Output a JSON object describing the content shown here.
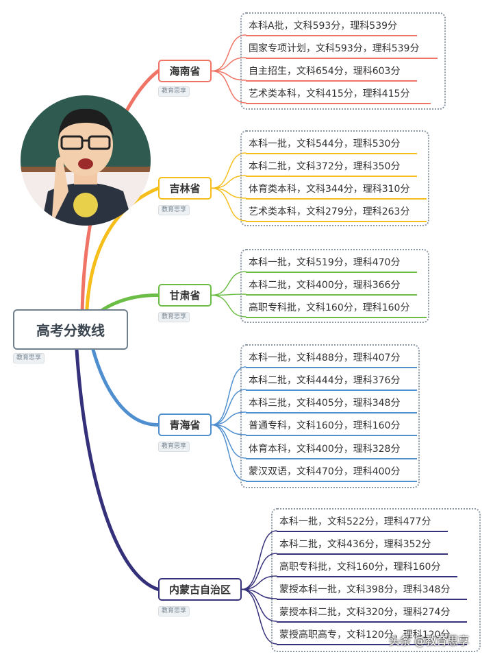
{
  "root": {
    "title": "高考分数线",
    "tag": "教育思享"
  },
  "provinces": [
    {
      "name": "海南省",
      "tag": "教育思享",
      "color": "#f07465",
      "items": [
        "本科A批，文科593分，理科539分",
        "国家专项计划，文科593分，理科539分",
        "自主招生，文科654分，理科603分",
        "艺术类本科，文科415分，理科415分"
      ]
    },
    {
      "name": "吉林省",
      "tag": "教育思享",
      "color": "#f6be1a",
      "items": [
        "本科一批，文科544分，理科530分",
        "本科二批，文科372分，理科350分",
        "体育类本科，文科344分，理科310分",
        "艺术类本科，文科279分，理科263分"
      ]
    },
    {
      "name": "甘肃省",
      "tag": "教育思享",
      "color": "#6bbd45",
      "items": [
        "本科一批，文科519分，理科470分",
        "本科二批，文科400分，理科366分",
        "高职专科批，文科160分，理科160分"
      ]
    },
    {
      "name": "青海省",
      "tag": "教育思享",
      "color": "#4f8fd0",
      "items": [
        "本科一批，文科488分，理科407分",
        "本科二批，文科444分，理科376分",
        "本科三批，文科405分，理科348分",
        "普通专科，文科160分，理科160分",
        "体育本科，文科400分，理科328分",
        "蒙汉双语，文科470分，理科400分"
      ]
    },
    {
      "name": "内蒙古自治区",
      "tag": "教育思享",
      "color": "#35307a",
      "items": [
        "本科一批，文科522分，理科477分",
        "本科二批，文科436分，理科352分",
        "高职专科批，文科160分，理科160分",
        "蒙授本科一批，文科398分，理科348分",
        "蒙授本科二批，文科320分，理科274分",
        "蒙授高职高专，文科120分，理科120分"
      ]
    }
  ],
  "watermark": "头条 @教育思享"
}
